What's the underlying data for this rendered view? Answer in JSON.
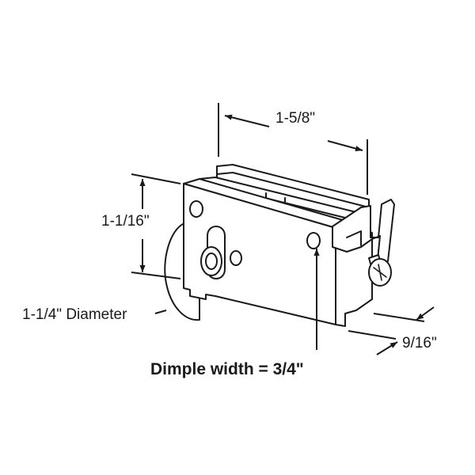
{
  "diagram": {
    "dimensions": {
      "length": "1-5/8\"",
      "height": "1-1/16\"",
      "wheel_diameter": "1-1/4\" Diameter",
      "depth": "9/16\"",
      "dimple_width": "Dimple width = 3/4\""
    },
    "colors": {
      "line": "#1a1a1a",
      "fill": "#ffffff"
    }
  }
}
